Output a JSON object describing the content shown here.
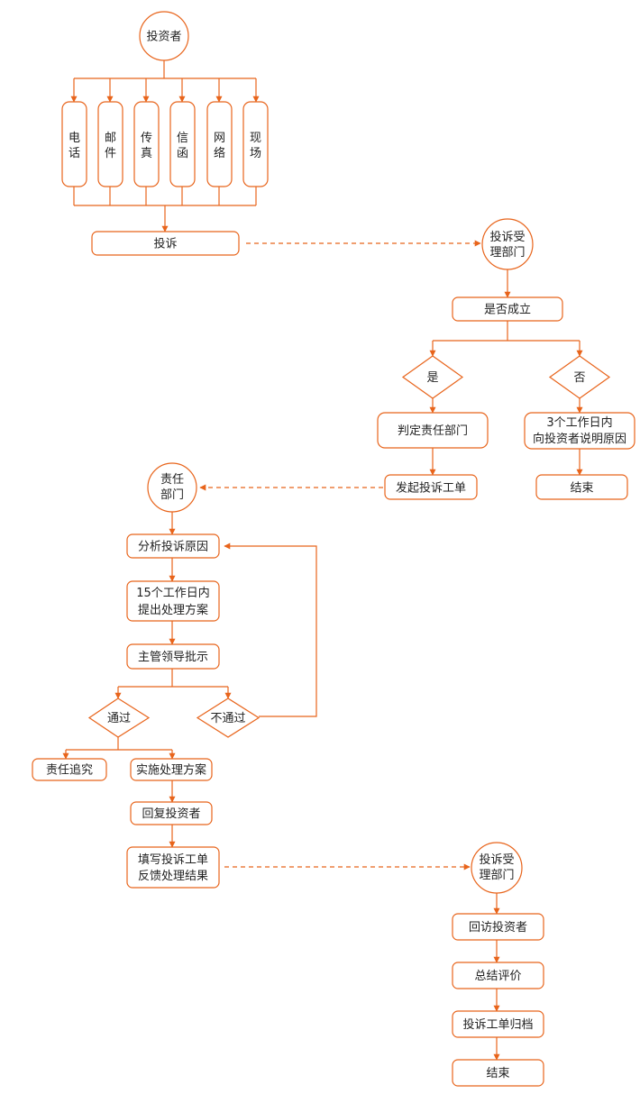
{
  "colors": {
    "accent": "#e8641b",
    "text": "#222222",
    "background": "#ffffff"
  },
  "nodes": {
    "investor": "投资者",
    "channels": [
      [
        "电",
        "话"
      ],
      [
        "邮",
        "件"
      ],
      [
        "传",
        "真"
      ],
      [
        "信",
        "函"
      ],
      [
        "网",
        "络"
      ],
      [
        "现",
        "场"
      ]
    ],
    "complaint": "投诉",
    "accept_dept_1": [
      "投诉受",
      "理部门"
    ],
    "is_valid": "是否成立",
    "yes": "是",
    "no": "否",
    "determine_dept": "判定责任部门",
    "notify_investor": [
      "3个工作日内",
      "向投资者说明原因"
    ],
    "issue_ticket": "发起投诉工单",
    "end_1": "结束",
    "resp_dept": [
      "责任",
      "部门"
    ],
    "analyze": "分析投诉原因",
    "propose_plan": [
      "15个工作日内",
      "提出处理方案"
    ],
    "supervisor": "主管领导批示",
    "pass": "通过",
    "fail": "不通过",
    "accountability": "责任追究",
    "implement": "实施处理方案",
    "reply": "回复投资者",
    "fill_ticket": [
      "填写投诉工单",
      "反馈处理结果"
    ],
    "accept_dept_2": [
      "投诉受",
      "理部门"
    ],
    "revisit": "回访投资者",
    "evaluate": "总结评价",
    "archive": "投诉工单归档",
    "end_2": "结束"
  }
}
